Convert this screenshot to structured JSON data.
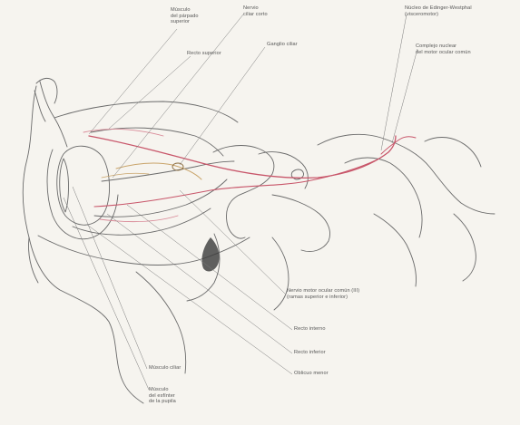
{
  "figure": {
    "labels": {
      "musculo_elevador": "Músculo\ndel párpado\nsuperior",
      "recto_superior": "Recto superior",
      "nervio_ciliar_corto": "Nervio\nciliar corto",
      "ganglio_ciliar": "Ganglio ciliar",
      "nucleo_edinger": "Núcleo de Edinger-Westphal\n(visceromotor)",
      "complejo_nuclear": "Complejo nuclear\ndel motor ocular común",
      "nervio_motor_ocular": "Nervio motor ocular común (III)\n(ramas superior e inferior)",
      "recto_interno": "Recto interno",
      "recto_inferior": "Recto inferior",
      "oblicuo_menor": "Oblicuo menor",
      "musculo_ciliar": "Músculo ciliar",
      "musculo_esfinter": "Músculo\ndel esfínter\nde la pupila"
    },
    "colors": {
      "nerve": "#c8566a",
      "nerve_light": "#d98a98",
      "parasympathetic": "#c9a46a",
      "ink": "#6a6a6a",
      "leader": "#7a7a7a",
      "background": "#f6f4ef"
    }
  }
}
